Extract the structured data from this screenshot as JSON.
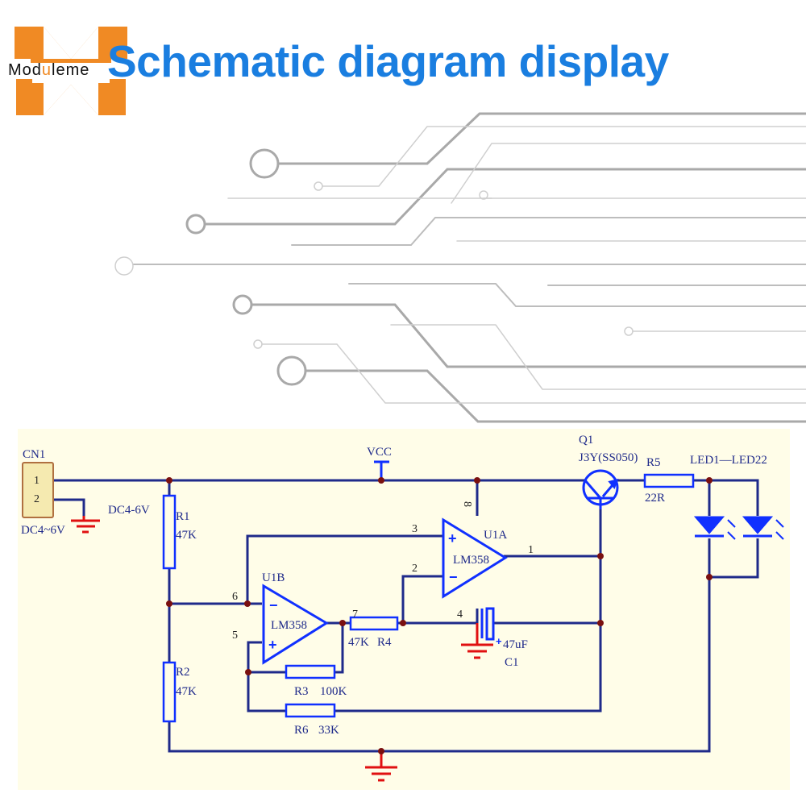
{
  "header": {
    "title": "Schematic diagram display",
    "logo_text_pre": "Mod",
    "logo_text_accent": "u",
    "logo_text_post": "leme"
  },
  "colors": {
    "title_blue": "#1a7ee0",
    "logo_orange": "#f08a24",
    "wire_blue": "#1f2a8a",
    "component_blue": "#1030ff",
    "ground_red": "#e01010",
    "junction": "#7a1010",
    "panel_bg": "#fffde8"
  },
  "schematic": {
    "connector": {
      "ref": "CN1",
      "pin1": "1",
      "pin2": "2",
      "label": "DC4~6V"
    },
    "supply_label": "DC4-6V",
    "vcc": "VCC",
    "r1": {
      "ref": "R1",
      "value": "47K"
    },
    "r2": {
      "ref": "R2",
      "value": "47K"
    },
    "r3": {
      "ref": "R3",
      "value": "100K"
    },
    "r4": {
      "ref": "R4",
      "value": "47K"
    },
    "r5": {
      "ref": "R5",
      "value": "22R"
    },
    "r6": {
      "ref": "R6",
      "value": "33K"
    },
    "c1": {
      "ref": "C1",
      "value": "47uF",
      "plus": "+",
      "pin": "4"
    },
    "u1a": {
      "ref": "U1A",
      "part": "LM358",
      "pin_plus": "3",
      "pin_minus": "2",
      "pin_out": "1",
      "pin_vcc": "8",
      "plus": "+",
      "minus": "−"
    },
    "u1b": {
      "ref": "U1B",
      "part": "LM358",
      "pin_minus": "6",
      "pin_plus": "5",
      "pin_out": "7",
      "plus": "+",
      "minus": "−"
    },
    "q1": {
      "ref": "Q1",
      "part": "J3Y(SS050)"
    },
    "leds": {
      "label": "LED1—LED22"
    }
  }
}
